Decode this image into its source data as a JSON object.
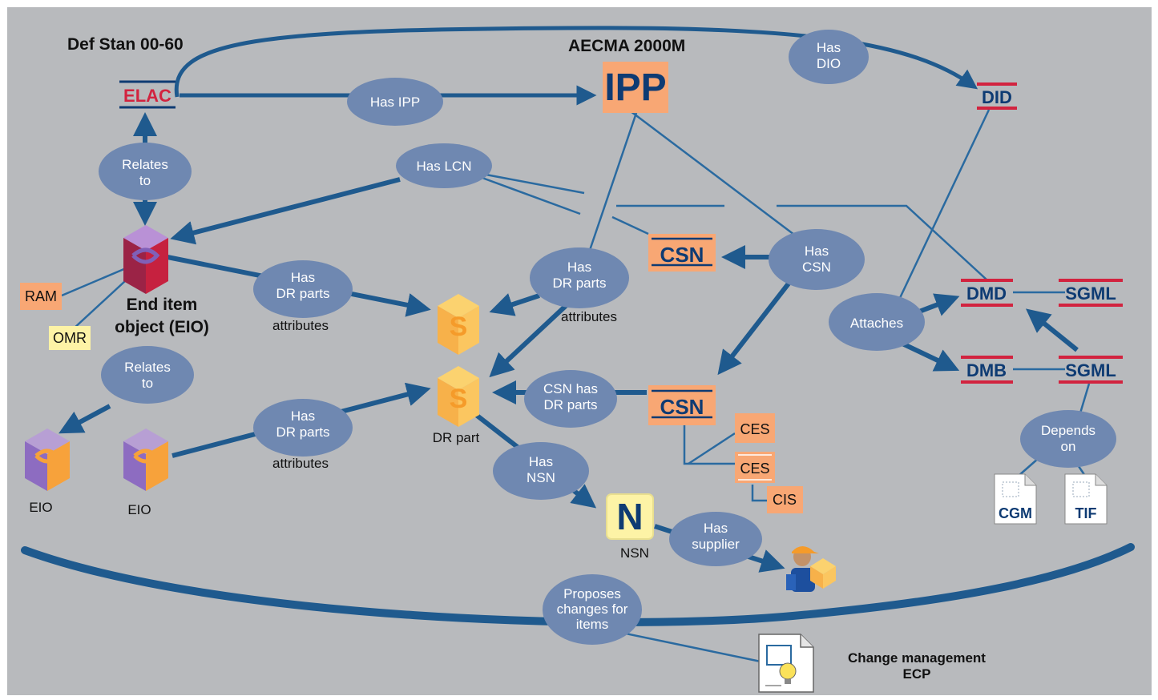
{
  "headings": {
    "def_stan": "Def Stan 00-60",
    "aecma": "AECMA 2000M",
    "end_item": [
      "End item",
      "object (EIO)"
    ],
    "change_mgmt": [
      "Change management",
      "ECP"
    ]
  },
  "nodes": {
    "elac": "ELAC",
    "ipp": "IPP",
    "did": "DID",
    "csn_top": "CSN",
    "csn_bottom": "CSN",
    "dmd": "DMD",
    "dmb": "DMB",
    "sgml_top": "SGML",
    "sgml_bottom": "SGML",
    "ces1": "CES",
    "ces2": "CES",
    "cis": "CIS",
    "ram": "RAM",
    "omr": "OMR",
    "nsn_letter": "N",
    "cgm": "CGM",
    "tif": "TIF"
  },
  "relations": {
    "has_ipp": [
      "Has IPP"
    ],
    "has_dio": [
      "Has",
      "DIO"
    ],
    "relates_to_top": [
      "Relates",
      "to"
    ],
    "relates_to_bottom": [
      "Relates",
      "to"
    ],
    "has_lcn": [
      "Has LCN"
    ],
    "has_csn": [
      "Has",
      "CSN"
    ],
    "has_dr_parts_eio": [
      "Has",
      "DR parts"
    ],
    "has_dr_parts_ipp": [
      "Has",
      "DR parts"
    ],
    "has_dr_parts_low": [
      "Has",
      "DR parts"
    ],
    "csn_has_dr_parts": [
      "CSN has",
      "DR parts"
    ],
    "attaches": [
      "Attaches"
    ],
    "depends_on": [
      "Depends",
      "on"
    ],
    "has_nsn": [
      "Has",
      "NSN"
    ],
    "has_supplier": [
      "Has",
      "supplier"
    ],
    "proposes": [
      "Proposes",
      "changes for",
      "items"
    ]
  },
  "labels": {
    "attributes_1": "attributes",
    "attributes_2": "attributes",
    "attributes_3": "attributes",
    "dr_part": "DR part",
    "eio_1": "EIO",
    "eio_2": "EIO",
    "nsn": "NSN"
  },
  "colors": {
    "background": "#b8babd",
    "ellipse": "#6f88b1",
    "arrow": "#1f5a8e",
    "orange_box": "#f8a774",
    "navy_text": "#0e3b73",
    "red_bar": "#d2233f",
    "yellow_tag": "#fdf3a6"
  }
}
